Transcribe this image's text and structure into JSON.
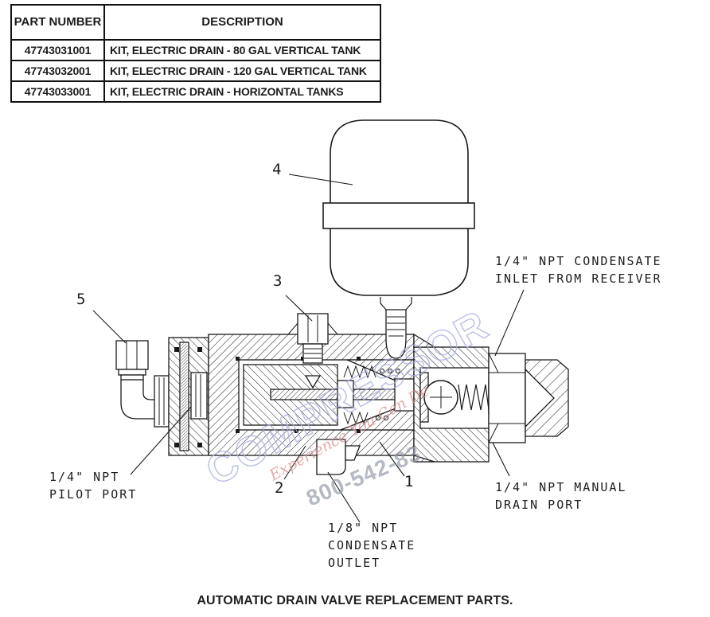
{
  "table": {
    "headers": {
      "part_number": "PART NUMBER",
      "description": "DESCRIPTION"
    },
    "rows": [
      {
        "part_number": "47743031001",
        "description": "KIT, ELECTRIC DRAIN - 80 GAL VERTICAL TANK"
      },
      {
        "part_number": "47743032001",
        "description": "KIT, ELECTRIC DRAIN - 120 GAL VERTICAL TANK"
      },
      {
        "part_number": "47743033001",
        "description": "KIT, ELECTRIC DRAIN - HORIZONTAL TANKS"
      }
    ]
  },
  "diagram": {
    "callouts": {
      "item1": "1",
      "item2": "2",
      "item3": "3",
      "item4": "4",
      "item5": "5"
    },
    "labels": {
      "inlet": {
        "lines": [
          "1/4\" NPT CONDENSATE",
          "INLET FROM RECEIVER"
        ]
      },
      "pilot": {
        "lines": [
          "1/4\" NPT",
          "PILOT PORT"
        ]
      },
      "outlet": {
        "lines": [
          "1/8\" NPT",
          "CONDENSATE",
          "OUTLET"
        ]
      },
      "manual_drain": {
        "lines": [
          "1/4\" NPT MANUAL",
          "DRAIN PORT"
        ]
      }
    },
    "watermark": {
      "brand": "COMPRESSOR",
      "tagline": "Experience You Can De",
      "phone": "800-542-83",
      "brand_color": "#a9aee0",
      "tagline_color": "#d98f8f",
      "phone_color": "#9298a8"
    }
  },
  "caption": "AUTOMATIC DRAIN VALVE REPLACEMENT PARTS.",
  "colors": {
    "ink": "#1a1a1a",
    "background": "#ffffff"
  }
}
